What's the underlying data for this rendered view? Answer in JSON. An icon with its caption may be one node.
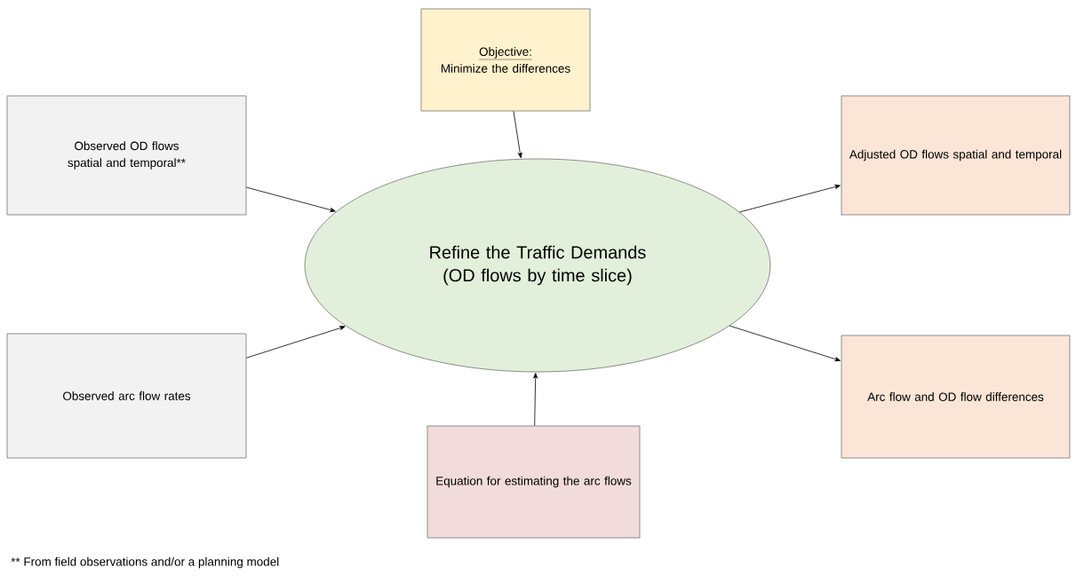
{
  "diagram": {
    "nodes": [
      {
        "text": [
          "Objective:",
          "Minimize the differences"
        ]
      },
      {
        "text": [
          "Observed OD flows spatial and temporal**"
        ]
      },
      {
        "text": [
          "Observed arc flow rates"
        ]
      },
      {
        "text": [
          "Refine the Traffic Demands (OD flows by time slice)"
        ]
      },
      {
        "text": [
          "Equation for estimating the arc flows"
        ]
      },
      {
        "text": [
          "Adjusted OD flows spatial and temporal"
        ]
      },
      {
        "text": [
          "Arc flow and OD flow differences"
        ]
      }
    ],
    "edges": [
      {
        "from": 0,
        "to": 3,
        "arrow": "to"
      },
      {
        "from": 1,
        "to": 3,
        "arrow": "to"
      },
      {
        "from": 2,
        "to": 3,
        "arrow": "to"
      },
      {
        "from": 4,
        "to": 3,
        "arrow": "to"
      },
      {
        "from": 3,
        "to": 5,
        "arrow": "to"
      },
      {
        "from": 3,
        "to": 6,
        "arrow": "to"
      }
    ],
    "labels": [
      "** From field observations and/or a planning model"
    ]
  }
}
